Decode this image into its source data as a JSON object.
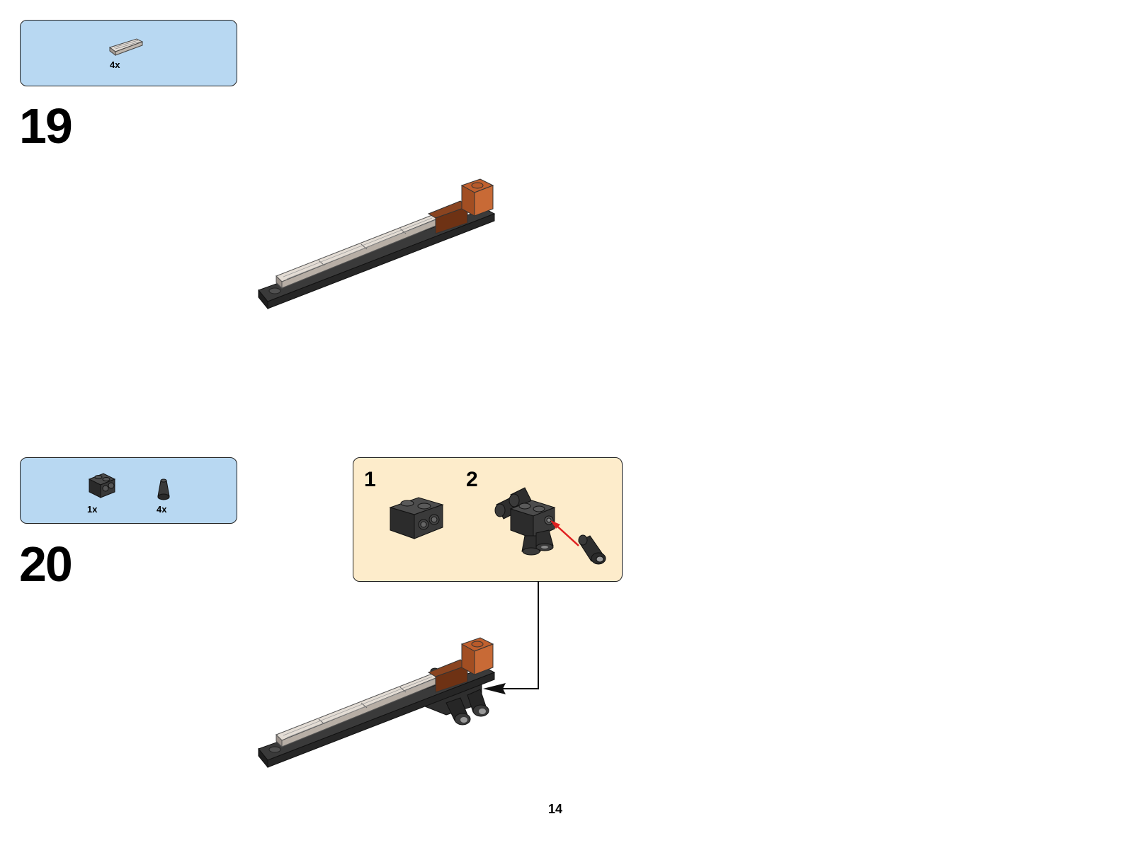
{
  "steps": [
    {
      "number": "19",
      "parts": [
        {
          "qty": "4x",
          "icon": "light-gray-tile-icon"
        }
      ]
    },
    {
      "number": "20",
      "parts": [
        {
          "qty": "1x",
          "icon": "black-brick-with-studs-on-side-icon"
        },
        {
          "qty": "4x",
          "icon": "black-cone-icon"
        }
      ],
      "callout": {
        "substeps": [
          "1",
          "2"
        ]
      }
    }
  ],
  "page_number": "14",
  "colors": {
    "parts_box": "#b8d8f2",
    "callout": "#fdeccb",
    "brown": "#b85a2e",
    "dark_brown": "#7a3a18",
    "black_piece": "#2e2e2e",
    "light_tile": "#d8d0c8",
    "arrow_red": "#e02020"
  }
}
